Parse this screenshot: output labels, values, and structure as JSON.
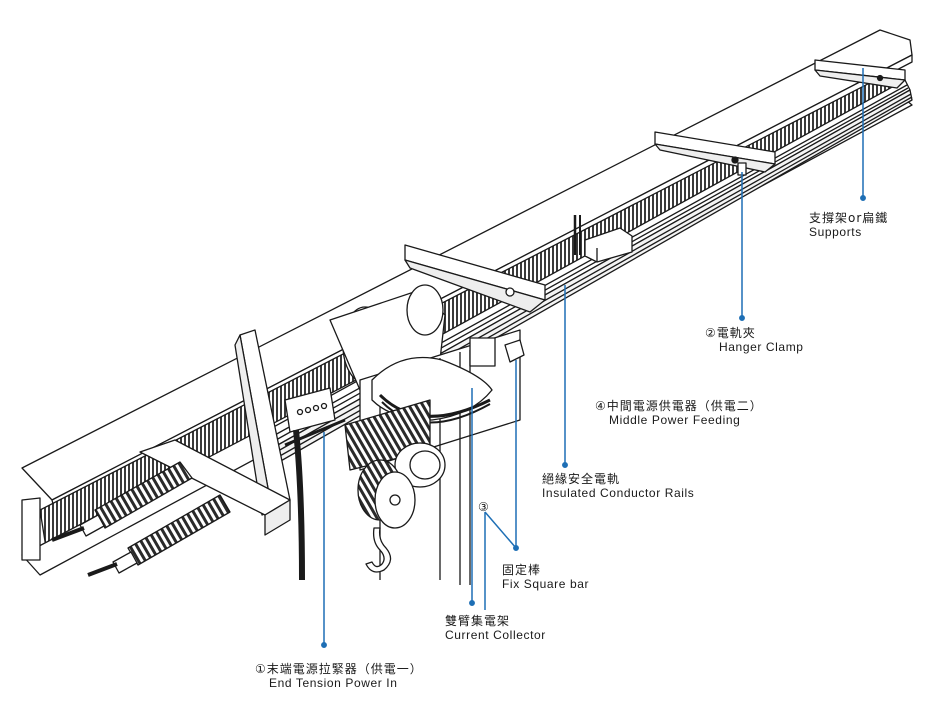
{
  "diagram": {
    "subject": "Overhead crane insulated conductor rail system (I-beam runway with electric hoist)",
    "leader_color": "#1e6fb5",
    "line_color": "#1a1a1a",
    "labels": [
      {
        "id": "supports",
        "number": "",
        "zh": "支撐架or扁鐵",
        "en": "Supports"
      },
      {
        "id": "hanger-clamp",
        "number": "②",
        "zh": "電軌夾",
        "en": "Hanger Clamp"
      },
      {
        "id": "middle-power-feeding",
        "number": "④",
        "zh": "中間電源供電器（供電二）",
        "en": "Middle Power Feeding"
      },
      {
        "id": "insulated-conductor-rails",
        "number": "",
        "zh": "絕緣安全電軌",
        "en": "Insulated Conductor Rails"
      },
      {
        "id": "fix-square-bar",
        "number": "",
        "zh": "固定棒",
        "en": "Fix Square bar"
      },
      {
        "id": "current-collector",
        "number": "",
        "zh": "雙臂集電架",
        "en": "Current Collector"
      },
      {
        "id": "end-tension-power-in",
        "number": "①",
        "zh": "末端電源拉緊器（供電一）",
        "en": "End Tension Power In"
      }
    ],
    "callout_marker": "③"
  }
}
